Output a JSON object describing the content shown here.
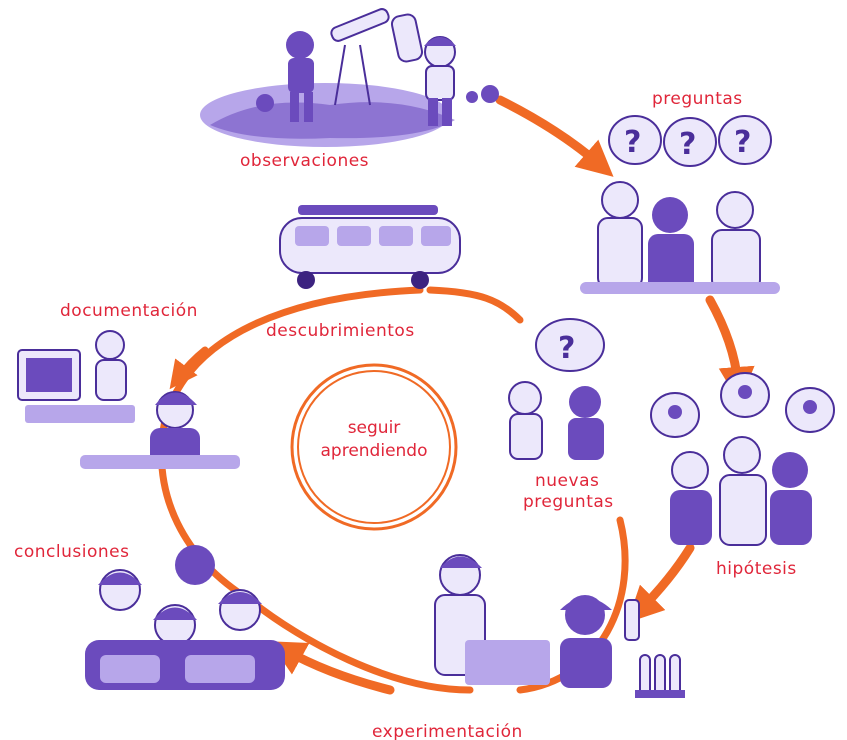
{
  "stages": {
    "observaciones": "observaciones",
    "preguntas": "preguntas",
    "hipotesis": "hipótesis",
    "experimentacion": "experimentación",
    "conclusiones": "conclusiones",
    "documentacion": "documentación",
    "descubrimientos": "descubrimientos",
    "nuevas_preguntas_1": "nuevas",
    "nuevas_preguntas_2": "preguntas"
  },
  "center": {
    "line1": "seguir",
    "line2": "aprendiendo"
  },
  "colors": {
    "label": "#e0263a",
    "cycle": "#f06a25",
    "figures": "#6b4bbd"
  },
  "icons": [
    "telescope-icon",
    "question-bubble-icon",
    "lightbulb-icon",
    "test-tube-icon",
    "computer-icon",
    "bus-icon"
  ]
}
